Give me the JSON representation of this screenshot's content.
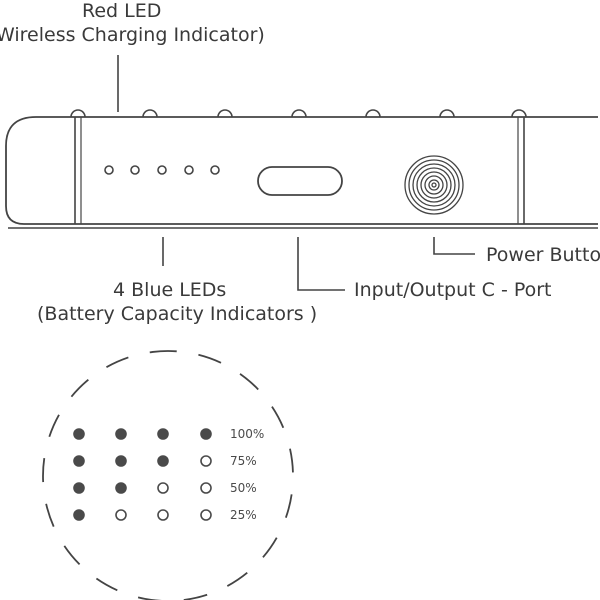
{
  "callouts": {
    "red_led": "Red LED",
    "wireless": "Wireless Charging Indicator)",
    "blue_leds": "4 Blue LEDs",
    "battery_capacity": "(Battery Capacity Indicators )",
    "io_port": "Input/Output C - Port",
    "power_button": "Power Button"
  },
  "legend": {
    "rows": [
      {
        "label": "100%",
        "filled": 4
      },
      {
        "label": "75%",
        "filled": 3
      },
      {
        "label": "50%",
        "filled": 2
      },
      {
        "label": "25%",
        "filled": 1
      }
    ]
  },
  "colors": {
    "line": "#444444",
    "led_fill": "#4a4a4a"
  }
}
